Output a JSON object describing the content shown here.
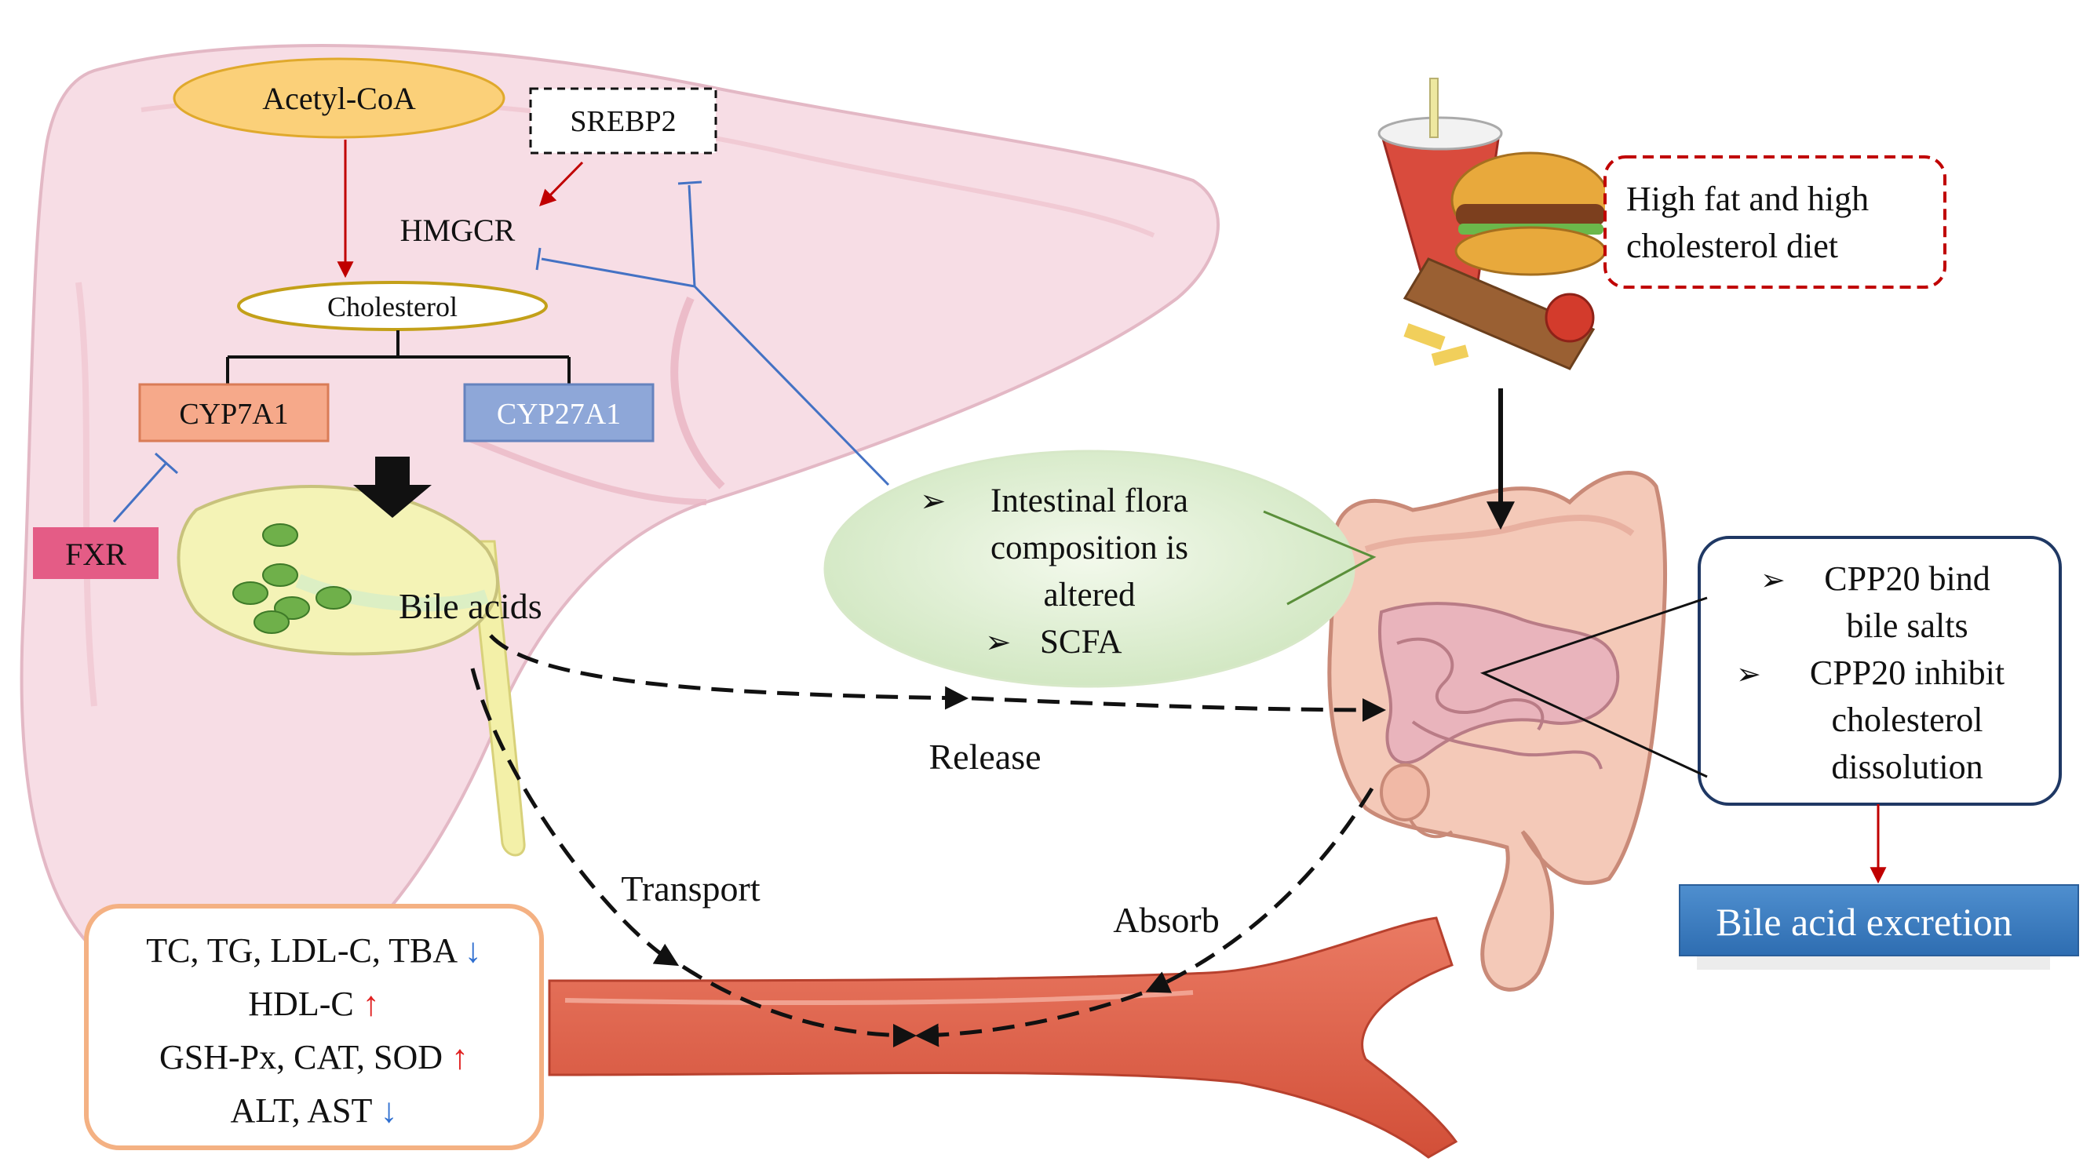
{
  "liver": {
    "acetyl_coa": "Acetyl-CoA",
    "srebp2": "SREBP2",
    "hmgcr": "HMGCR",
    "cholesterol": "Cholesterol",
    "cyp7a1": "CYP7A1",
    "cyp27a1": "CYP27A1",
    "fxr": "FXR",
    "bile_acids": "Bile acids"
  },
  "flora": {
    "line1": "Intestinal flora",
    "line2": "composition is",
    "line3": "altered",
    "line4": "SCFA",
    "bullet": "➢"
  },
  "diet": {
    "line1": "High fat and high",
    "line2": "cholesterol diet"
  },
  "cpp20": {
    "bullet": "➢",
    "line1": "CPP20 bind",
    "line2": "bile salts",
    "line3": "CPP20 inhibit",
    "line4": "cholesterol",
    "line5": "dissolution"
  },
  "excretion": "Bile acid excretion",
  "flows": {
    "release": "Release",
    "transport": "Transport",
    "absorb": "Absorb"
  },
  "markers": {
    "line1": "TC, TG, LDL-C, TBA",
    "line2": "HDL-C",
    "line3": "GSH-Px, CAT, SOD",
    "line4": "ALT, AST",
    "down": "↓",
    "up": "↑"
  },
  "colors": {
    "inhibit_blue": "#4472c4",
    "activate_red": "#c00000",
    "liver_fill": "#f7dde5",
    "vessel": "#e2614a"
  }
}
